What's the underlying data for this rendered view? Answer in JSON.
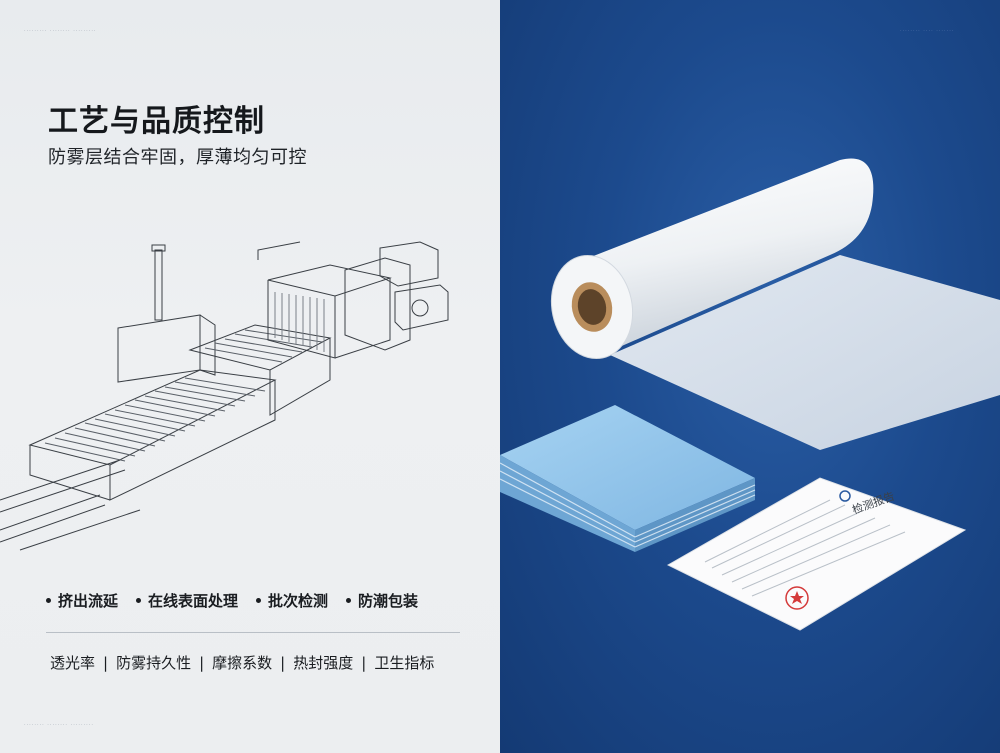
{
  "left_panel": {
    "title": "工艺与品质控制",
    "subtitle": "防雾层结合牢固，厚薄均匀可控",
    "features": [
      "挤出流延",
      "在线表面处理",
      "批次检测",
      "防潮包装"
    ],
    "metrics": [
      "透光率",
      "防雾持久性",
      "摩擦系数",
      "热封强度",
      "卫生指标"
    ],
    "separator": "|",
    "illustration_icon": "production-line-drawing"
  },
  "right_panel": {
    "icons": [
      "film-roll-icon",
      "film-stack-icon",
      "certificate-icon"
    ],
    "certificate_title": "检测报告"
  },
  "colors": {
    "left_bg": "#eceef0",
    "right_bg": "#1c4a8d",
    "text_dark": "#15181c",
    "stack_blue": "#8fc4ea",
    "seal_red": "#d43a3a"
  }
}
